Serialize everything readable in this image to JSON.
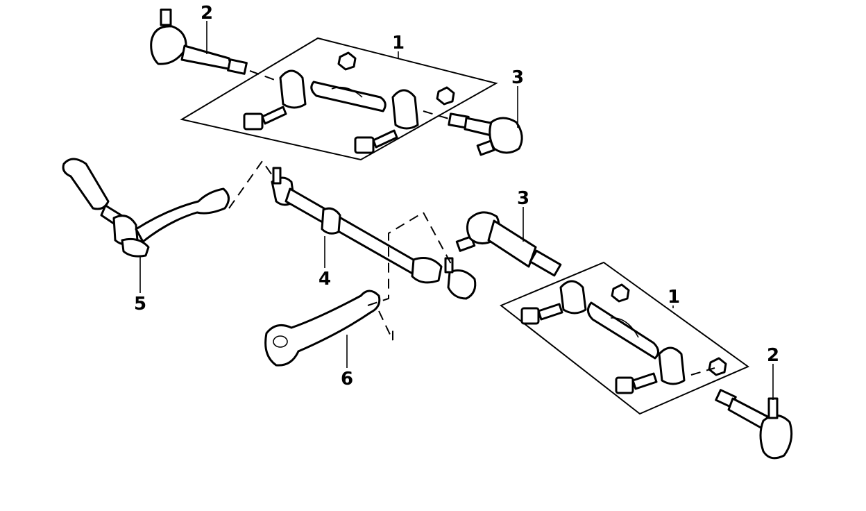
{
  "diagram": {
    "callouts": [
      "1",
      "2",
      "3",
      "1",
      "2",
      "3",
      "4",
      "5",
      "6"
    ]
  }
}
